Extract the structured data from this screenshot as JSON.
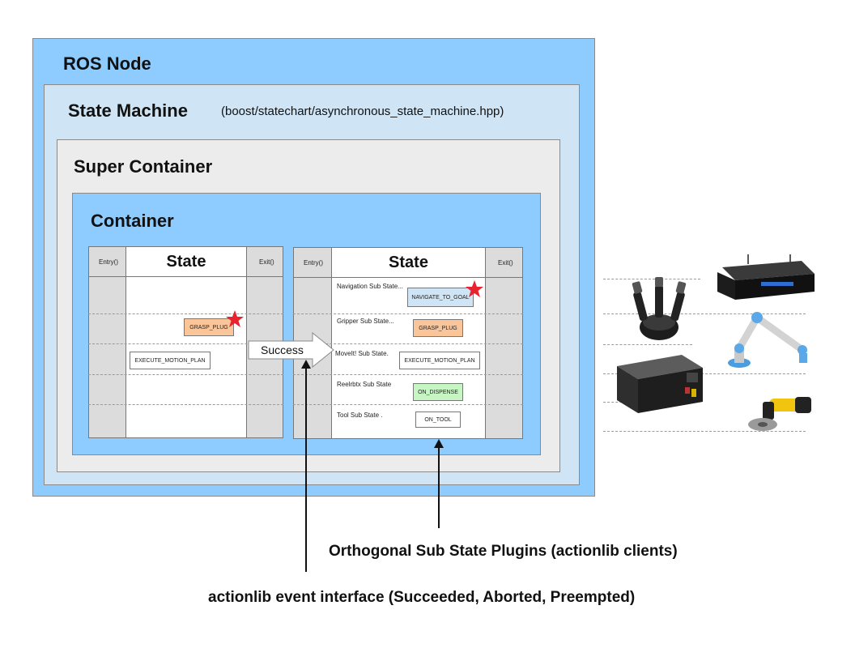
{
  "ros_node": {
    "title": "ROS Node"
  },
  "state_machine": {
    "title": "State Machine",
    "header": "(boost/statechart/asynchronous_state_machine.hpp)"
  },
  "super_container": {
    "title": "Super Container"
  },
  "container": {
    "title": "Container"
  },
  "state_left": {
    "title": "State",
    "entry": "Entry()",
    "exit": "Exit()",
    "boxes": {
      "grasp_plug": "GRASP_PLUG",
      "execute_motion_plan": "EXECUTE_MOTION_PLAN"
    }
  },
  "transition": {
    "label": "Success"
  },
  "state_right": {
    "title": "State",
    "entry": "Entry()",
    "exit": "Exit()",
    "rows": [
      {
        "label": "Navigation Sub State...",
        "box": "NAVIGATE_TO_GOAL"
      },
      {
        "label": "Gripper Sub State...",
        "box": "GRASP_PLUG"
      },
      {
        "label": "MoveIt! Sub State.",
        "box": "EXECUTE_MOTION_PLAN"
      },
      {
        "label": "Reelrbtx Sub State",
        "box": "ON_DISPENSE"
      },
      {
        "label": "Tool Sub State .",
        "box": "ON_TOOL"
      }
    ]
  },
  "captions": {
    "orthogonal": "Orthogonal Sub State Plugins (actionlib clients)",
    "event_interface": "actionlib event interface (Succeeded, Aborted, Preempted)"
  },
  "colors": {
    "ros_blue": "#8ecbff",
    "state_machine_blue": "#cfe5f6",
    "super_gray": "#ececec",
    "grasp_orange": "#fbc59a",
    "navigate_blue": "#cfe5f6",
    "dispense_green": "#c8f5c4",
    "star_red": "#e8232f"
  },
  "icons": [
    "robot-gripper-icon",
    "mobile-robot-base-icon",
    "robot-arm-icon",
    "control-box-icon",
    "angle-grinder-icon",
    "star-icon",
    "arrow-icon"
  ]
}
